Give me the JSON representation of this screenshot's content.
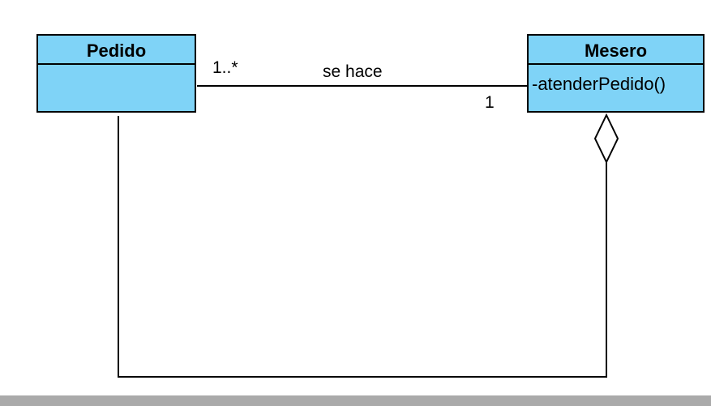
{
  "diagram": {
    "colors": {
      "class_fill": "#7fd3f7",
      "stroke": "#000000",
      "background": "#ffffff",
      "footer": "#aaaaaa"
    },
    "classes": {
      "pedido": {
        "name": "Pedido",
        "members": []
      },
      "mesero": {
        "name": "Mesero",
        "members": [
          "-atenderPedido()"
        ]
      }
    },
    "associations": {
      "se_hace": {
        "label": "se hace",
        "pedido_multiplicity": "1..*",
        "mesero_multiplicity": "1"
      },
      "aggregation": {
        "type": "aggregation",
        "whole": "Mesero",
        "part": "Pedido"
      }
    }
  }
}
